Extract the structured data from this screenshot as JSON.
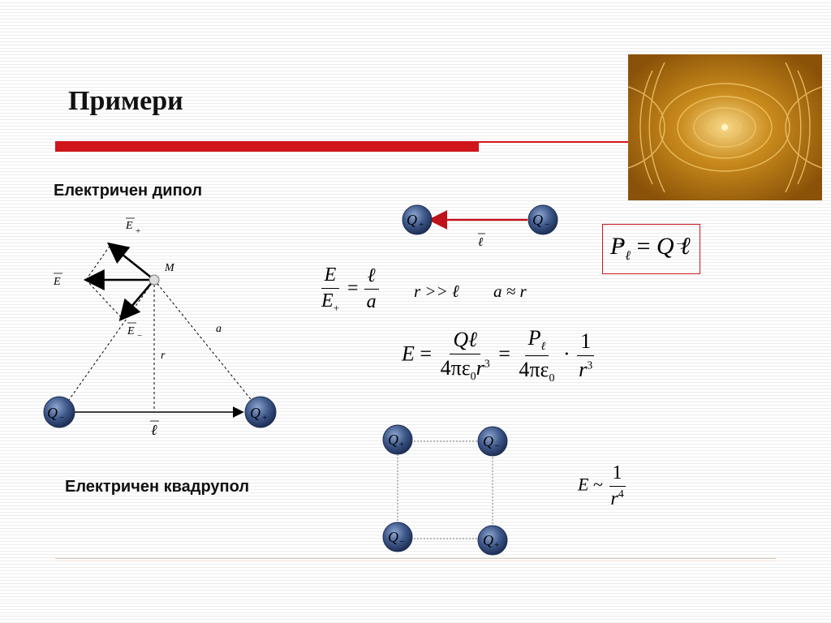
{
  "slide": {
    "title": "Примери",
    "dipole_heading": "Електричен дипол",
    "quadrupole_heading": "Електричен квадрупол"
  },
  "charges": {
    "q": "Q",
    "plus": "+",
    "minus": "−"
  },
  "diagram": {
    "point_label": "M",
    "e_symbol": "E",
    "e_plus_sub": "+",
    "e_minus_sub": "−",
    "a_label": "a",
    "r_label": "r",
    "ell_label": "ℓ"
  },
  "formulas": {
    "moment": {
      "lhs": "P",
      "lhs_sub": "ℓ",
      "eq": "=",
      "rhs_q": "Q",
      "rhs_ell": "ℓ"
    },
    "ratio": {
      "num": "E",
      "den": "E",
      "den_sub": "+",
      "eq": "=",
      "rnum": "ℓ",
      "rden": "a"
    },
    "cond1": "r >> ℓ",
    "cond2": "a ≈ r",
    "field": {
      "lhs": "E",
      "eq": "=",
      "f1_num": "Qℓ",
      "f1_den_pre": "4πε",
      "f1_den_sub": "0",
      "f1_den_r": "r",
      "f1_den_exp": "3",
      "eq2": "=",
      "f2_num": "P",
      "f2_num_sub": "ℓ",
      "f2_den_pre": "4πε",
      "f2_den_sub": "0",
      "dot": "·",
      "f3_num": "1",
      "f3_den": "r",
      "f3_den_exp": "3"
    },
    "quad": {
      "lhs": "E",
      "sim": "~",
      "num": "1",
      "den": "r",
      "den_exp": "4"
    }
  },
  "colors": {
    "accent_red": "#d0161a",
    "charge_fill": "#3f5a8c",
    "field_gold": "#c98a1c"
  }
}
